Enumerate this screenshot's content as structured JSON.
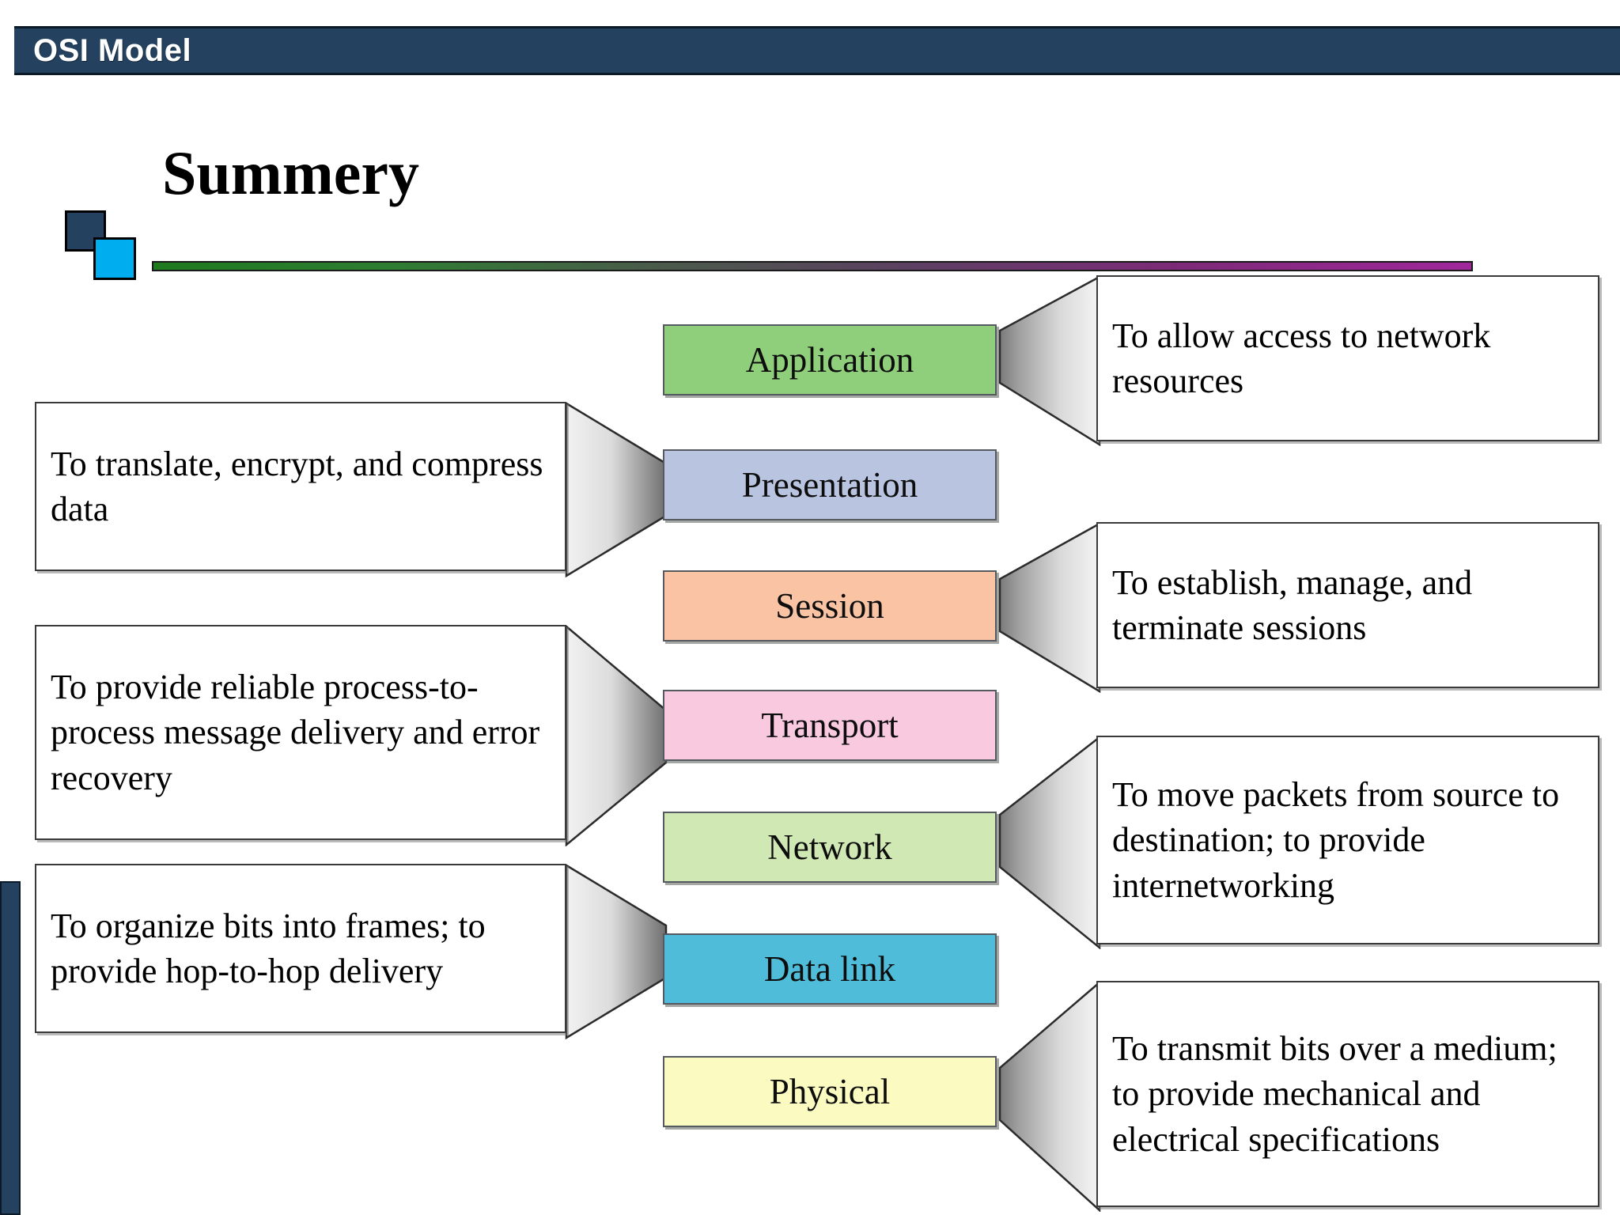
{
  "header": {
    "title": "OSI Model",
    "bar_color": "#24415f",
    "text_color": "#ffffff"
  },
  "title": {
    "text": "Summery",
    "rule_gradient_from": "#2e7d32",
    "rule_gradient_to": "#a0279b",
    "deco_square_dark_color": "#24415f",
    "deco_square_cyan_color": "#00aeef"
  },
  "diagram": {
    "layers": [
      {
        "name": "Application",
        "color": "#8fce7a"
      },
      {
        "name": "Presentation",
        "color": "#b8c4e0"
      },
      {
        "name": "Session",
        "color": "#f9c3a4"
      },
      {
        "name": "Transport",
        "color": "#f9c9e0"
      },
      {
        "name": "Network",
        "color": "#cfe8b4"
      },
      {
        "name": "Data link",
        "color": "#4fbcd9"
      },
      {
        "name": "Physical",
        "color": "#fbfac0"
      }
    ],
    "left_descriptions": [
      {
        "for_layer": "Presentation",
        "text": "To translate, encrypt, and compress data"
      },
      {
        "for_layer": "Transport",
        "text": "To provide reliable process-to-process message delivery and error recovery"
      },
      {
        "for_layer": "Data link",
        "text": "To organize bits into frames; to provide hop-to-hop delivery"
      }
    ],
    "right_descriptions": [
      {
        "for_layer": "Application",
        "text": "To allow access to network resources"
      },
      {
        "for_layer": "Session",
        "text": "To establish, manage, and terminate sessions"
      },
      {
        "for_layer": "Network",
        "text": "To move packets from source to destination; to provide internetworking"
      },
      {
        "for_layer": "Physical",
        "text": "To transmit bits over a medium; to provide mechanical and electrical specifications"
      }
    ]
  }
}
